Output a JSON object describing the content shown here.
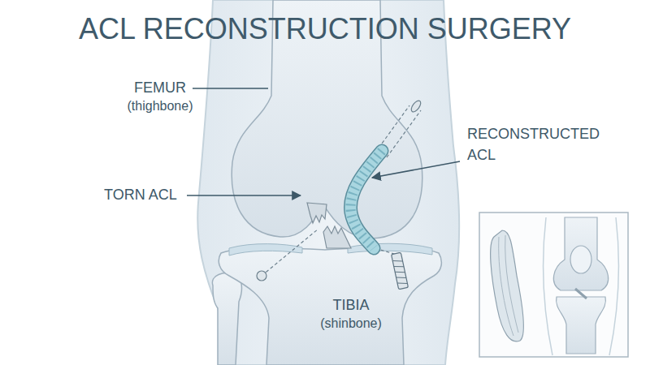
{
  "diagram": {
    "title": "ACL RECONSTRUCTION SURGERY",
    "labels": [
      "FEMUR",
      "(thighbone)",
      "TORN ACL",
      "RECONSTRUCTED ACL",
      "TIBIA",
      "(shinbone)"
    ]
  }
}
